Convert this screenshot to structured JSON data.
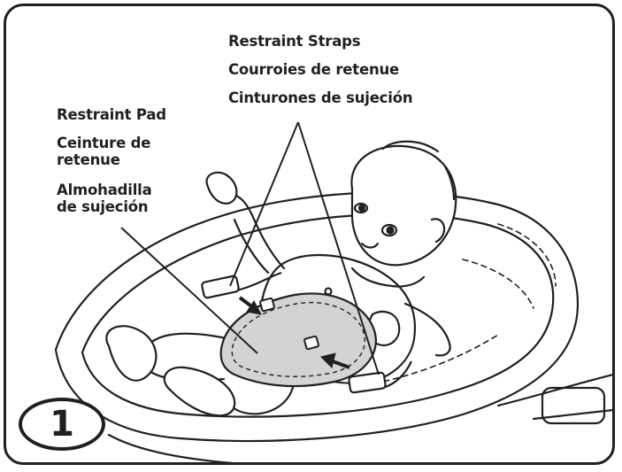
{
  "labels": {
    "straps": [
      "Restraint Straps",
      "Courroies de retenue",
      "Cinturones de sujeción"
    ],
    "pad_en": "Restraint Pad",
    "pad_fr": [
      "Ceinture de",
      "retenue"
    ],
    "pad_es": [
      "Almohadilla",
      "de sujeción"
    ]
  },
  "step": "1",
  "colors": {
    "ink": "#231f20",
    "pad_fill": "#d2d3d5"
  }
}
